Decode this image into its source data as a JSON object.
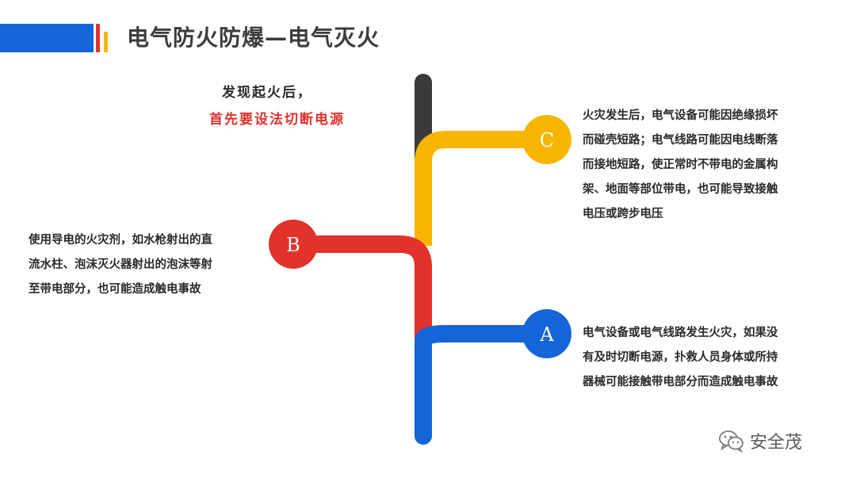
{
  "header": {
    "title": "电气防火防爆—电气灭火"
  },
  "lead": {
    "line1": "发现起火后，",
    "line2": "首先要设法切断电源"
  },
  "nodes": {
    "c": {
      "letter": "C",
      "lines": [
        "火灾发生后，电气设备可能因绝缘损坏",
        "而碰壳短路；电气线路可能因电线断落",
        "而接地短路，使正常时不带电的金属构",
        "架、地面等部位带电，也可能导致接触",
        "电压或跨步电压"
      ]
    },
    "b": {
      "letter": "B",
      "lines": [
        "使用导电的火灾剂，如水枪射出的直",
        "流水柱、泡沫灭火器射出的泡沫等射",
        "至带电部分，也可能造成触电事故"
      ]
    },
    "a": {
      "letter": "A",
      "lines": [
        "电气设备或电气线路发生火灾，如果没",
        "有及时切断电源，扑救人员身体或所持",
        "器械可能接触带电部分而造成触电事故"
      ]
    }
  },
  "watermark": {
    "text": "安全茂",
    "icon": "wechat-icon"
  },
  "colors": {
    "blue": "#1565d8",
    "red": "#e1322b",
    "yellow": "#f7b500",
    "dark": "#3a3a3a"
  }
}
